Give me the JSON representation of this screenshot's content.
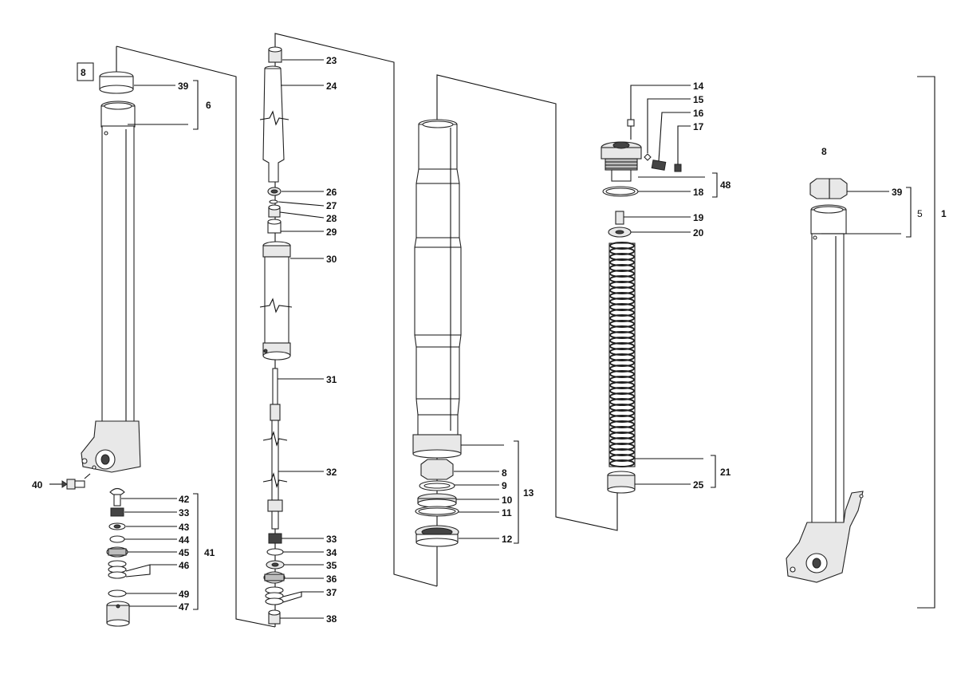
{
  "labels": {
    "l1": "1",
    "l5": "5",
    "l6": "6",
    "l8_boxed": "8",
    "l8_right": "8",
    "l39_left": "39",
    "l39_right": "39",
    "l40": "40",
    "l41": "41",
    "l42": "42",
    "l33_left": "33",
    "l43": "43",
    "l44": "44",
    "l45": "45",
    "l46": "46",
    "l49": "49",
    "l47": "47",
    "l23": "23",
    "l24": "24",
    "l26": "26",
    "l27": "27",
    "l28": "28",
    "l29": "29",
    "l30": "30",
    "l31": "31",
    "l32": "32",
    "l33_mid": "33",
    "l34": "34",
    "l35": "35",
    "l36": "36",
    "l37": "37",
    "l38": "38",
    "l8_mid": "8",
    "l9": "9",
    "l10": "10",
    "l11": "11",
    "l12": "12",
    "l13": "13",
    "l14": "14",
    "l15": "15",
    "l16": "16",
    "l17": "17",
    "l18": "18",
    "l48": "48",
    "l19": "19",
    "l20": "20",
    "l21": "21",
    "l25": "25"
  }
}
